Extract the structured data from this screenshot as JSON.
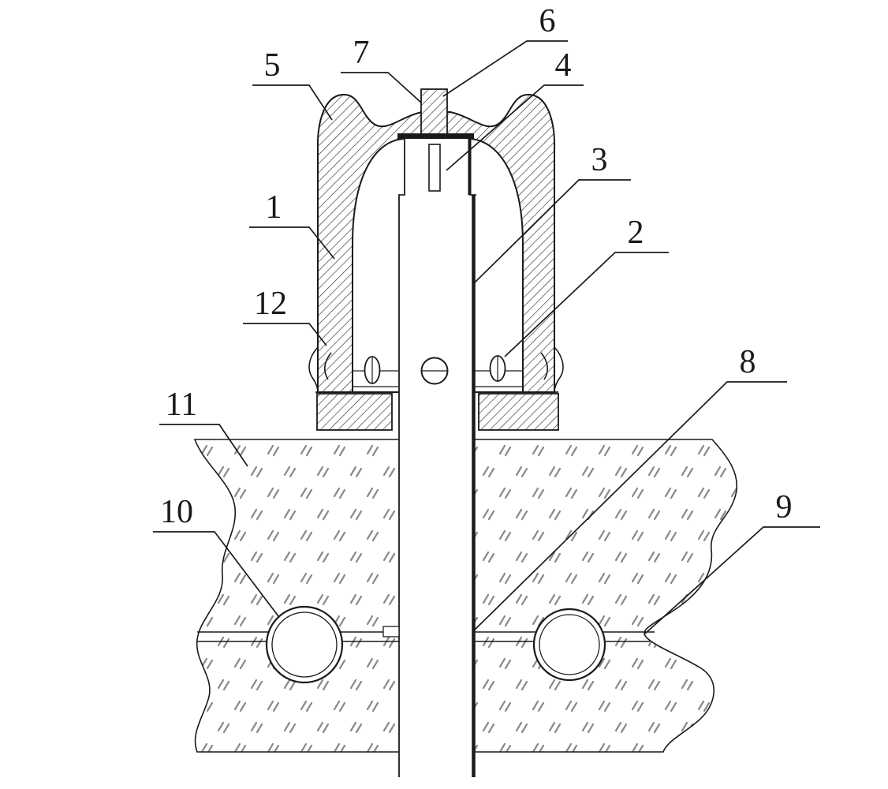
{
  "figure": {
    "type": "patent-cross-section-diagram",
    "background_color": "#ffffff",
    "line_color": "#1a1a1a",
    "hatch_color": "#2f2f2f",
    "ground_tick_color": "#8a8a8a"
  },
  "labels": [
    {
      "id": "1",
      "text": "1"
    },
    {
      "id": "2",
      "text": "2"
    },
    {
      "id": "3",
      "text": "3"
    },
    {
      "id": "4",
      "text": "4"
    },
    {
      "id": "5",
      "text": "5"
    },
    {
      "id": "6",
      "text": "6"
    },
    {
      "id": "7",
      "text": "7"
    },
    {
      "id": "8",
      "text": "8"
    },
    {
      "id": "9",
      "text": "9"
    },
    {
      "id": "10",
      "text": "10"
    },
    {
      "id": "11",
      "text": "11"
    },
    {
      "id": "12",
      "text": "12"
    }
  ]
}
